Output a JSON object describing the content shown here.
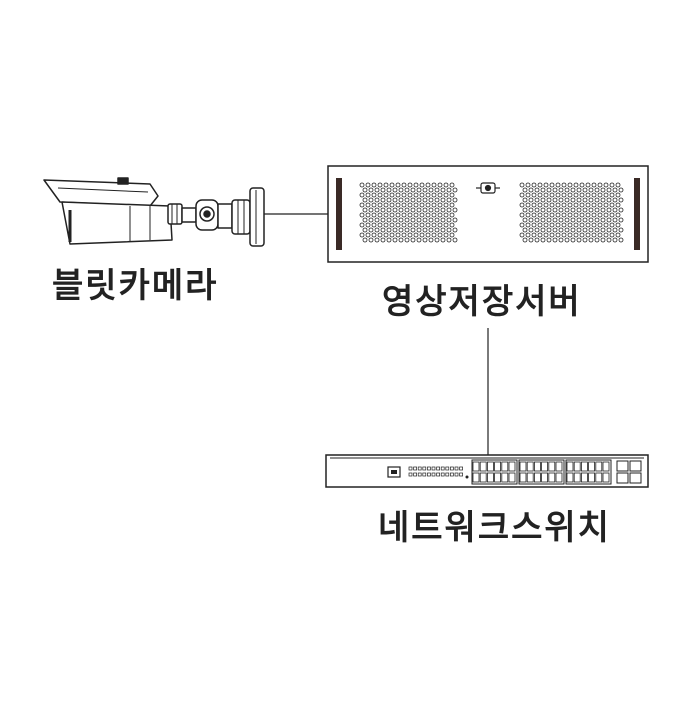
{
  "diagram": {
    "nodes": [
      {
        "id": "camera",
        "label": "블릿카메라"
      },
      {
        "id": "server",
        "label": "영상저장서버"
      },
      {
        "id": "switch",
        "label": "네트워크스위치"
      }
    ],
    "edges": [
      {
        "from": "camera",
        "to": "server"
      },
      {
        "from": "server",
        "to": "switch"
      }
    ]
  },
  "colors": {
    "stroke": "#222222",
    "panel": "#3a2a26",
    "background": "#ffffff"
  }
}
